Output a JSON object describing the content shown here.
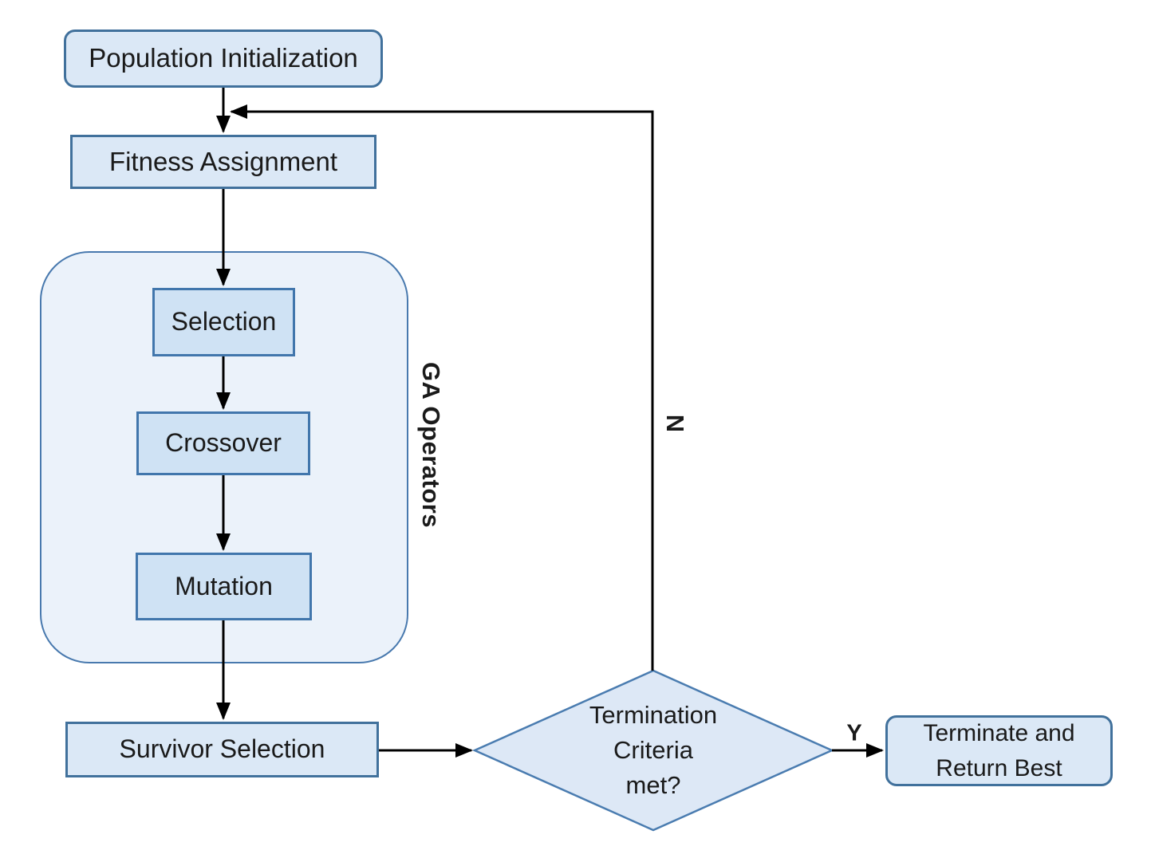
{
  "colors": {
    "background": "#ffffff",
    "node_fill": "#dbe8f6",
    "inner_node_fill": "#cfe2f4",
    "group_fill": "#ebf2fa",
    "border": "#41719c",
    "inner_border": "#4176ac",
    "group_border": "#4879ae",
    "diamond_fill": "#dde8f6",
    "diamond_border": "#4a7cb0",
    "arrow": "#000000",
    "text": "#1a1a1a"
  },
  "nodes": {
    "population": {
      "label": "Population Initialization"
    },
    "fitness": {
      "label": "Fitness Assignment"
    },
    "selection": {
      "label": "Selection"
    },
    "crossover": {
      "label": "Crossover"
    },
    "mutation": {
      "label": "Mutation"
    },
    "survivor": {
      "label": "Survivor Selection"
    },
    "decision": {
      "label": "Termination\nCriteria\nmet?"
    },
    "terminate": {
      "label": "Terminate and\nReturn Best"
    }
  },
  "group_label": "GA Operators",
  "branch_labels": {
    "no": "N",
    "yes": "Y"
  }
}
